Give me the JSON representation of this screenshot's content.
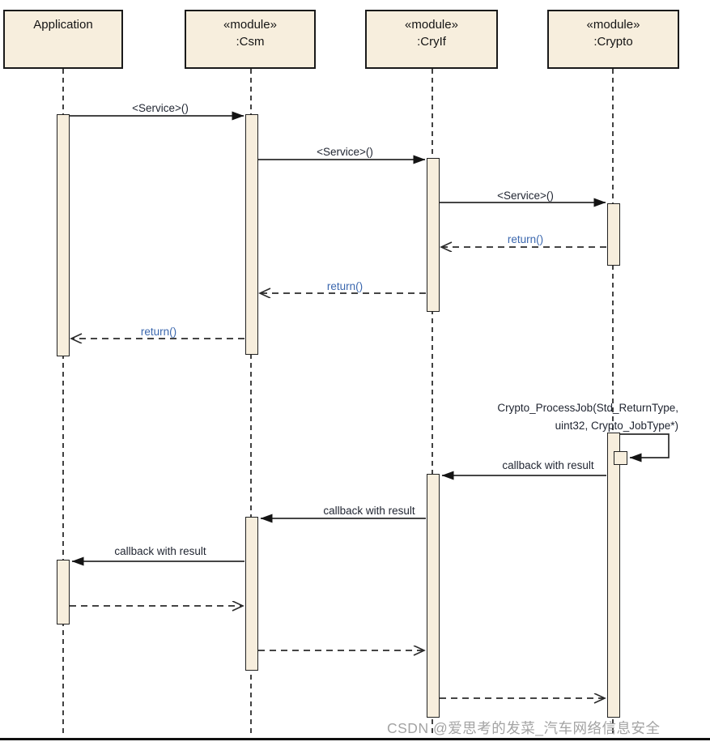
{
  "lifelines": [
    {
      "title_lines": [
        "Application"
      ]
    },
    {
      "title_lines": [
        "«module»",
        ":Csm"
      ]
    },
    {
      "title_lines": [
        "«module»",
        ":CryIf"
      ]
    },
    {
      "title_lines": [
        "«module»",
        ":Crypto"
      ]
    }
  ],
  "messages": [
    {
      "label": "<Service>()",
      "from": "Application",
      "to": "Csm",
      "kind": "call"
    },
    {
      "label": "<Service>()",
      "from": "Csm",
      "to": "CryIf",
      "kind": "call"
    },
    {
      "label": "<Service>()",
      "from": "CryIf",
      "to": "Crypto",
      "kind": "call"
    },
    {
      "label": "return()",
      "from": "Crypto",
      "to": "CryIf",
      "kind": "return"
    },
    {
      "label": "return()",
      "from": "CryIf",
      "to": "Csm",
      "kind": "return"
    },
    {
      "label": "return()",
      "from": "Csm",
      "to": "Application",
      "kind": "return"
    },
    {
      "label_lines": [
        "Crypto_ProcessJob(Std_ReturnType,",
        "uint32, Crypto_JobType*)"
      ],
      "from": "Crypto",
      "to": "Crypto",
      "kind": "self-call"
    },
    {
      "label": "callback with result",
      "from": "Crypto",
      "to": "CryIf",
      "kind": "call"
    },
    {
      "label": "callback with result",
      "from": "CryIf",
      "to": "Csm",
      "kind": "call"
    },
    {
      "label": "callback with result",
      "from": "Csm",
      "to": "Application",
      "kind": "call"
    },
    {
      "label": "",
      "from": "Application",
      "to": "Csm",
      "kind": "return"
    },
    {
      "label": "",
      "from": "Csm",
      "to": "CryIf",
      "kind": "return"
    },
    {
      "label": "",
      "from": "CryIf",
      "to": "Crypto",
      "kind": "return"
    }
  ],
  "watermark": "CSDN @爱思考的发菜_汽车网络信息安全",
  "colors": {
    "box_fill": "#f7eedd",
    "box_border": "#1a1a1a",
    "line": "#2b2b2b",
    "label_text": "#1f2430",
    "return_label_text": "#3b67ae",
    "watermark_text": "#a3a3a3"
  }
}
